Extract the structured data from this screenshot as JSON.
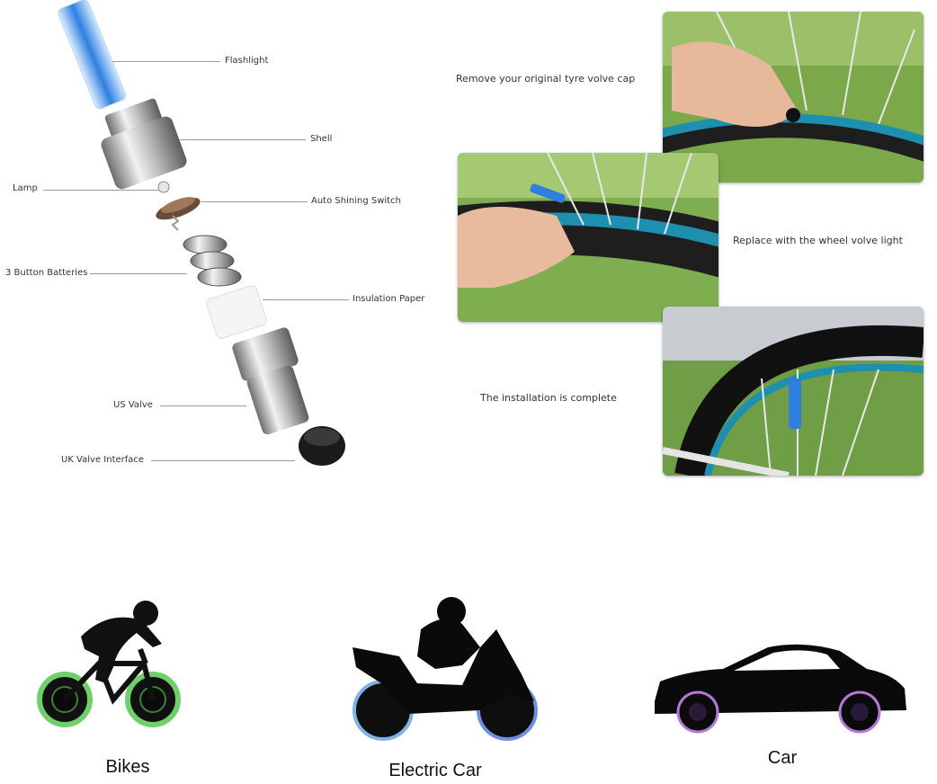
{
  "diagram": {
    "labels": {
      "flashlight": "Flashlight",
      "shell": "Shell",
      "lamp": "Lamp",
      "auto_switch": "Auto Shining Switch",
      "batteries": "3 Button Batteries",
      "insulation": "Insulation Paper",
      "us_valve": "US Valve",
      "uk_valve": "UK Valve Interface"
    }
  },
  "steps": {
    "step1": "Remove your original tyre volve cap",
    "step2": "Replace with the wheel volve light",
    "step3": "The installation is complete"
  },
  "vehicles": {
    "bikes": "Bikes",
    "electric_car": "Electric Car",
    "car": "Car"
  },
  "colors": {
    "blue_led": "#2f7fe0",
    "green_glow": "#6fcf6a",
    "purple_glow": "#b27ad6",
    "rim_blue": "#1f8fb0"
  }
}
